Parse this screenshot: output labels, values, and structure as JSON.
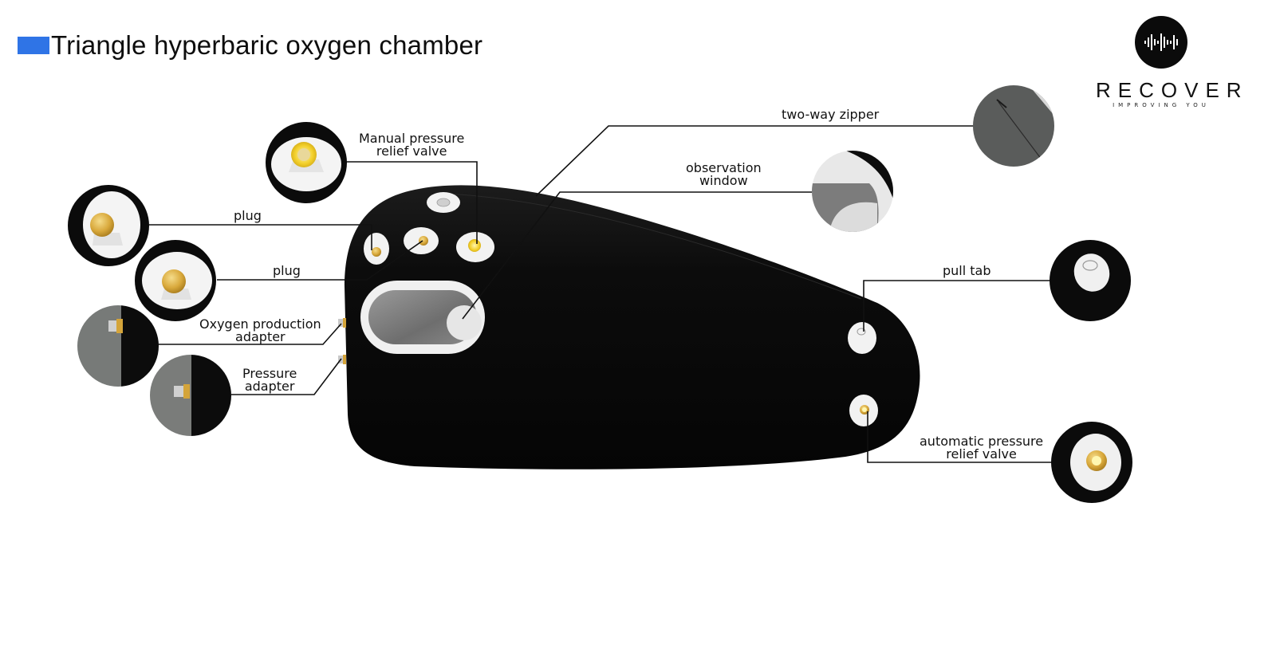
{
  "header": {
    "title": "Triangle hyperbaric oxygen chamber",
    "accent_color": "#2f74e6"
  },
  "logo": {
    "icon": "sound-wave-icon",
    "name": "RECOVER",
    "tagline": "IMPROVING YOU"
  },
  "product": {
    "name": "Triangle hyperbaric oxygen chamber",
    "body_color": "#0a0a0a"
  },
  "callouts": [
    {
      "id": "manual-valve",
      "label_line1": "Manual pressure",
      "label_line2": "relief valve"
    },
    {
      "id": "plug-1",
      "label_line1": "plug"
    },
    {
      "id": "plug-2",
      "label_line1": "plug"
    },
    {
      "id": "oxygen-adapter",
      "label_line1": "Oxygen production",
      "label_line2": "adapter"
    },
    {
      "id": "pressure-adapter",
      "label_line1": "Pressure",
      "label_line2": "adapter"
    },
    {
      "id": "zipper",
      "label_line1": "two-way zipper"
    },
    {
      "id": "window",
      "label_line1": "observation",
      "label_line2": "window"
    },
    {
      "id": "pull-tab",
      "label_line1": "pull tab"
    },
    {
      "id": "auto-valve",
      "label_line1": "automatic pressure",
      "label_line2": "relief valve"
    }
  ]
}
